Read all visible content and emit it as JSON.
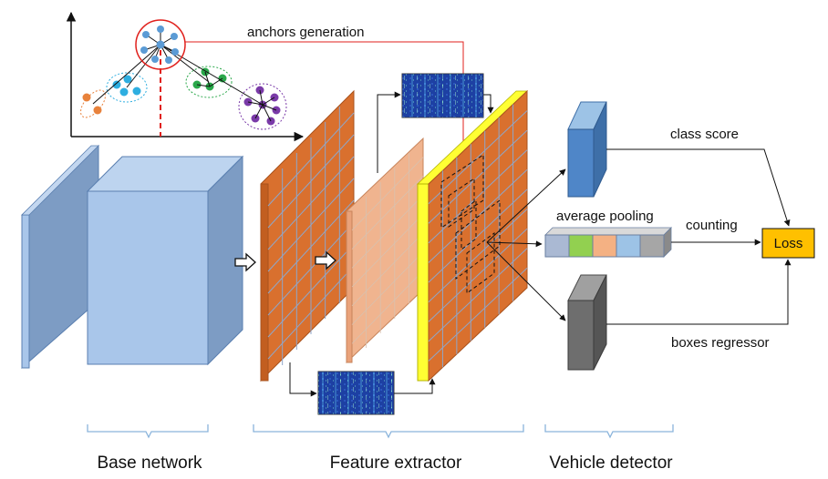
{
  "labels": {
    "anchors": "anchors generation",
    "class_score": "class score",
    "average_pooling": "average pooling",
    "counting": "counting",
    "boxes_regressor": "boxes regressor",
    "loss": "Loss"
  },
  "sections": {
    "base": "Base network",
    "feature": "Feature extractor",
    "vehicle": "Vehicle detector"
  },
  "colors": {
    "base_front": "#a9c6ea",
    "base_side": "#7d9cc4",
    "feature_orange": "#d9702e",
    "feature_light": "#f0b48f",
    "feature_yellow": "#ffff33",
    "heatmap_bg": "#1b3a9c",
    "class_score_block": "#4f86c8",
    "regressor_block": "#6e6e6e",
    "loss_box": "#ffc000",
    "anchor_line": "#e0201c",
    "cluster_orange": "#e8823c",
    "cluster_blue": "#2eaee0",
    "cluster_green": "#2aa84a",
    "cluster_purple": "#7a3aa8",
    "cluster_center": "#5b9bd5",
    "pool_cells": [
      "#aab9d3",
      "#92d050",
      "#f4b183",
      "#9dc3e6",
      "#a6a6a6"
    ]
  },
  "icons": [
    "hollow-arrow-icon",
    "hollow-arrow-icon"
  ]
}
